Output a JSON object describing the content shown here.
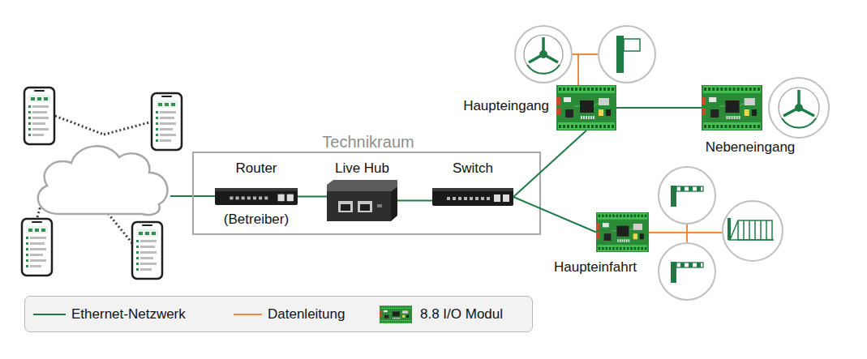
{
  "diagram": {
    "nodes": [
      {
        "text": [
          "Technikraum"
        ]
      },
      {
        "text": [
          "Router",
          "(Betreiber)"
        ],
        "in": 0
      },
      {
        "text": [
          "Live Hub"
        ],
        "in": 0
      },
      {
        "text": [
          "Switch"
        ],
        "in": 0
      },
      {
        "text": [
          "Haupteingang"
        ]
      },
      {
        "text": [
          "Nebeneingang"
        ]
      },
      {
        "text": [
          "Haupteinfahrt"
        ]
      }
    ],
    "edges": [
      {
        "from": 1,
        "to": 2,
        "arrow": "none"
      },
      {
        "from": 2,
        "to": 3,
        "arrow": "none"
      },
      {
        "from": 3,
        "to": 4,
        "arrow": "none"
      },
      {
        "from": 3,
        "to": 6,
        "arrow": "none"
      },
      {
        "from": 4,
        "to": 5,
        "arrow": "none"
      }
    ],
    "legend": [
      {
        "text": "Ethernet-Netzwerk"
      },
      {
        "text": "Datenleitung"
      },
      {
        "text": "8.8 I/O Modul"
      }
    ]
  }
}
